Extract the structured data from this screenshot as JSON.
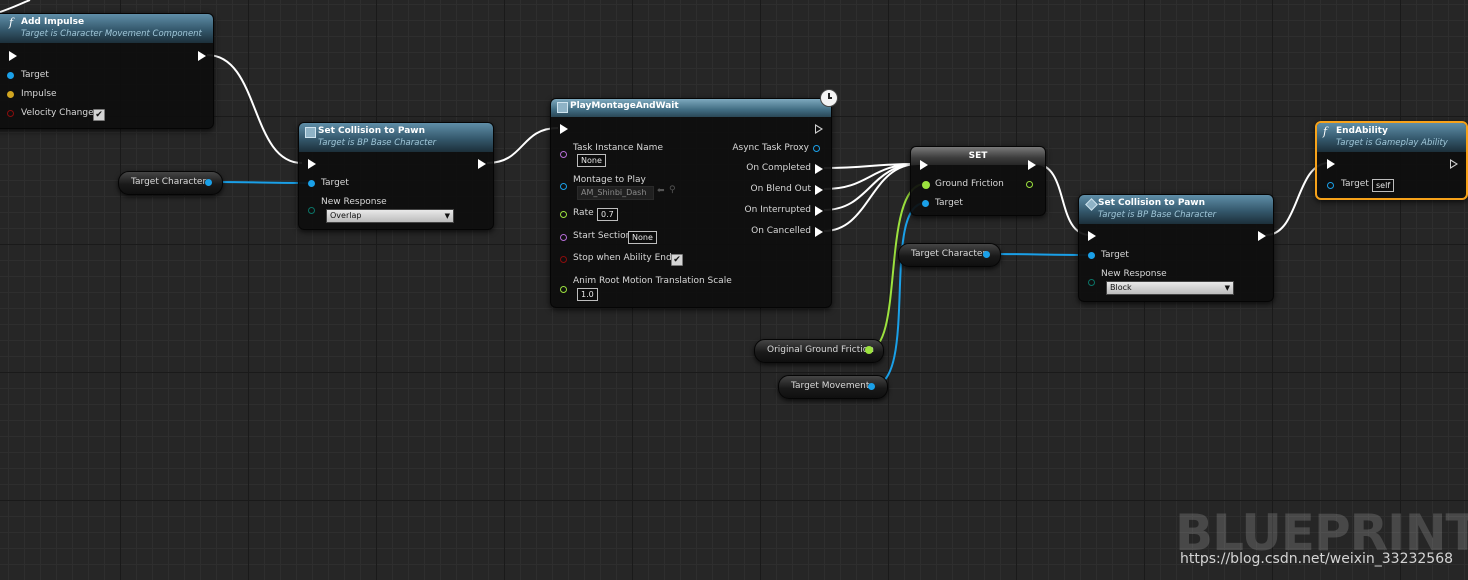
{
  "nodes": {
    "add_impulse": {
      "title": "Add Impulse",
      "subtitle": "Target is Character Movement Component",
      "pins": {
        "target": "Target",
        "impulse": "Impulse",
        "velocity_change": "Velocity Change"
      },
      "velocity_change_checked": true
    },
    "set_collision_1": {
      "title": "Set Collision to Pawn",
      "subtitle": "Target is BP Base Character",
      "pins": {
        "target": "Target",
        "new_response": "New Response"
      },
      "response_value": "Overlap"
    },
    "play_montage": {
      "title": "PlayMontageAndWait",
      "inputs": {
        "task_instance_name": "Task Instance Name",
        "task_instance_value": "None",
        "montage_to_play": "Montage to Play",
        "montage_value": "AM_Shinbi_Dash",
        "rate": "Rate",
        "rate_value": "0.7",
        "start_section": "Start Section",
        "start_section_value": "None",
        "stop_when_ability_ends": "Stop when Ability Ends",
        "anim_root_motion": "Anim Root Motion Translation Scale",
        "anim_root_motion_value": "1.0"
      },
      "stop_when_ability_ends_checked": true,
      "outputs": {
        "async_task_proxy": "Async Task Proxy",
        "on_completed": "On Completed",
        "on_blend_out": "On Blend Out",
        "on_interrupted": "On Interrupted",
        "on_cancelled": "On Cancelled"
      }
    },
    "set_node": {
      "title": "SET",
      "pins": {
        "ground_friction": "Ground Friction",
        "target": "Target"
      }
    },
    "set_collision_2": {
      "title": "Set Collision to Pawn",
      "subtitle": "Target is BP Base Character",
      "pins": {
        "target": "Target",
        "new_response": "New Response"
      },
      "response_value": "Block"
    },
    "end_ability": {
      "title": "EndAbility",
      "subtitle": "Target is Gameplay Ability",
      "pins": {
        "target": "Target"
      },
      "target_value": "self"
    }
  },
  "getters": {
    "target_character_1": "Target Character",
    "target_character_2": "Target Character",
    "original_ground_friction": "Original Ground Friction",
    "target_movement": "Target Movement"
  },
  "icons": {
    "function": "f",
    "macro_node": "node-icon",
    "latent": "clock-icon",
    "set": "diamond-icon",
    "checkbox": "✔"
  },
  "colors": {
    "exec_wire": "#ffffff",
    "object_wire": "#1aa0e8",
    "float_wire": "#9ce23e",
    "selected_border": "#f7a21a",
    "header": "#34586c"
  },
  "watermark": {
    "logo": "BLUEPRINT",
    "url": "https://blog.csdn.net/weixin_33232568"
  }
}
